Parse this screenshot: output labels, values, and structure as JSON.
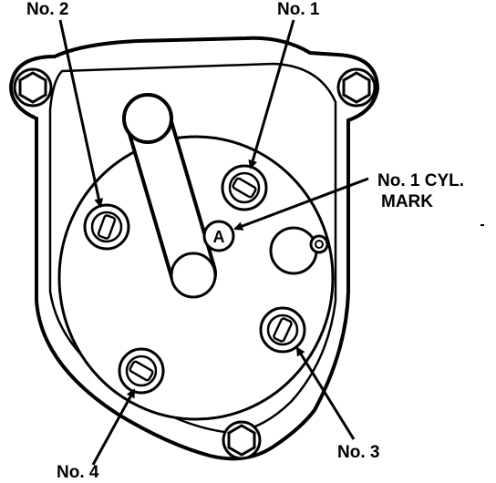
{
  "labels": {
    "no1": "No. 1",
    "no2": "No. 2",
    "no3": "No. 3",
    "no4": "No. 4",
    "mark_line1": "No. 1 CYL.",
    "mark_line2": "MARK",
    "mark_glyph": "A"
  },
  "colors": {
    "ink": "#000000",
    "paper": "#ffffff"
  }
}
